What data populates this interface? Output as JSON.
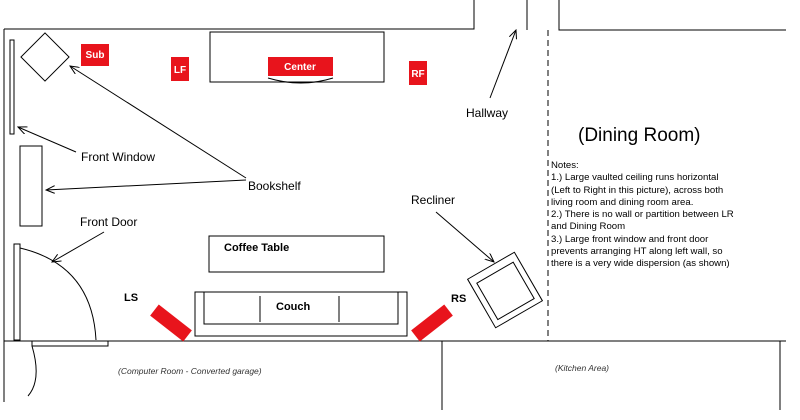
{
  "labels": {
    "sub": "Sub",
    "lf": "LF",
    "center": "Center",
    "rf": "RF",
    "ls": "LS",
    "rs": "RS",
    "hallway": "Hallway",
    "front_window": "Front Window",
    "bookshelf": "Bookshelf",
    "front_door": "Front Door",
    "coffee_table": "Coffee Table",
    "couch": "Couch",
    "recliner": "Recliner",
    "dining_room": "(Dining Room)",
    "computer_room": "(Computer Room - Converted garage)",
    "kitchen_area": "(Kitchen Area)"
  },
  "notes": {
    "heading": "Notes:",
    "lines": [
      "1.) Large vaulted ceiling runs horizontal",
      "(Left to Right in this picture), across both",
      "living room and dining room area.",
      "2.) There is no wall or partition between LR",
      "and Dining Room",
      "3.) Large front window and front door",
      "prevents arranging HT along left wall, so",
      "there is a very wide dispersion (as shown)"
    ]
  },
  "colors": {
    "speaker": "#e8141c",
    "line": "#000000",
    "background": "#ffffff"
  }
}
